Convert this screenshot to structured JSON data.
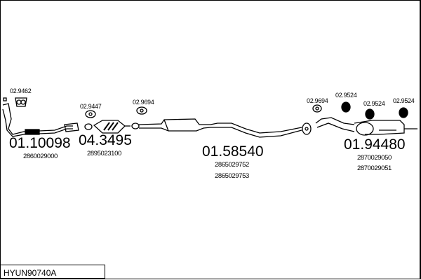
{
  "diagram_code": "HYUN90740A",
  "parts": [
    {
      "number": "01.10098",
      "refs": [
        "2860029000"
      ]
    },
    {
      "number": "04.3495",
      "refs": [
        "2895023100"
      ]
    },
    {
      "number": "01.58540",
      "refs": [
        "2865029752",
        "2865029753"
      ]
    },
    {
      "number": "01.94480",
      "refs": [
        "2870029050",
        "2870029051"
      ]
    }
  ],
  "small_parts": [
    "02.9462",
    "02.9447",
    "02.9694",
    "02.9694",
    "02.9524",
    "02.9524",
    "02.9524"
  ]
}
